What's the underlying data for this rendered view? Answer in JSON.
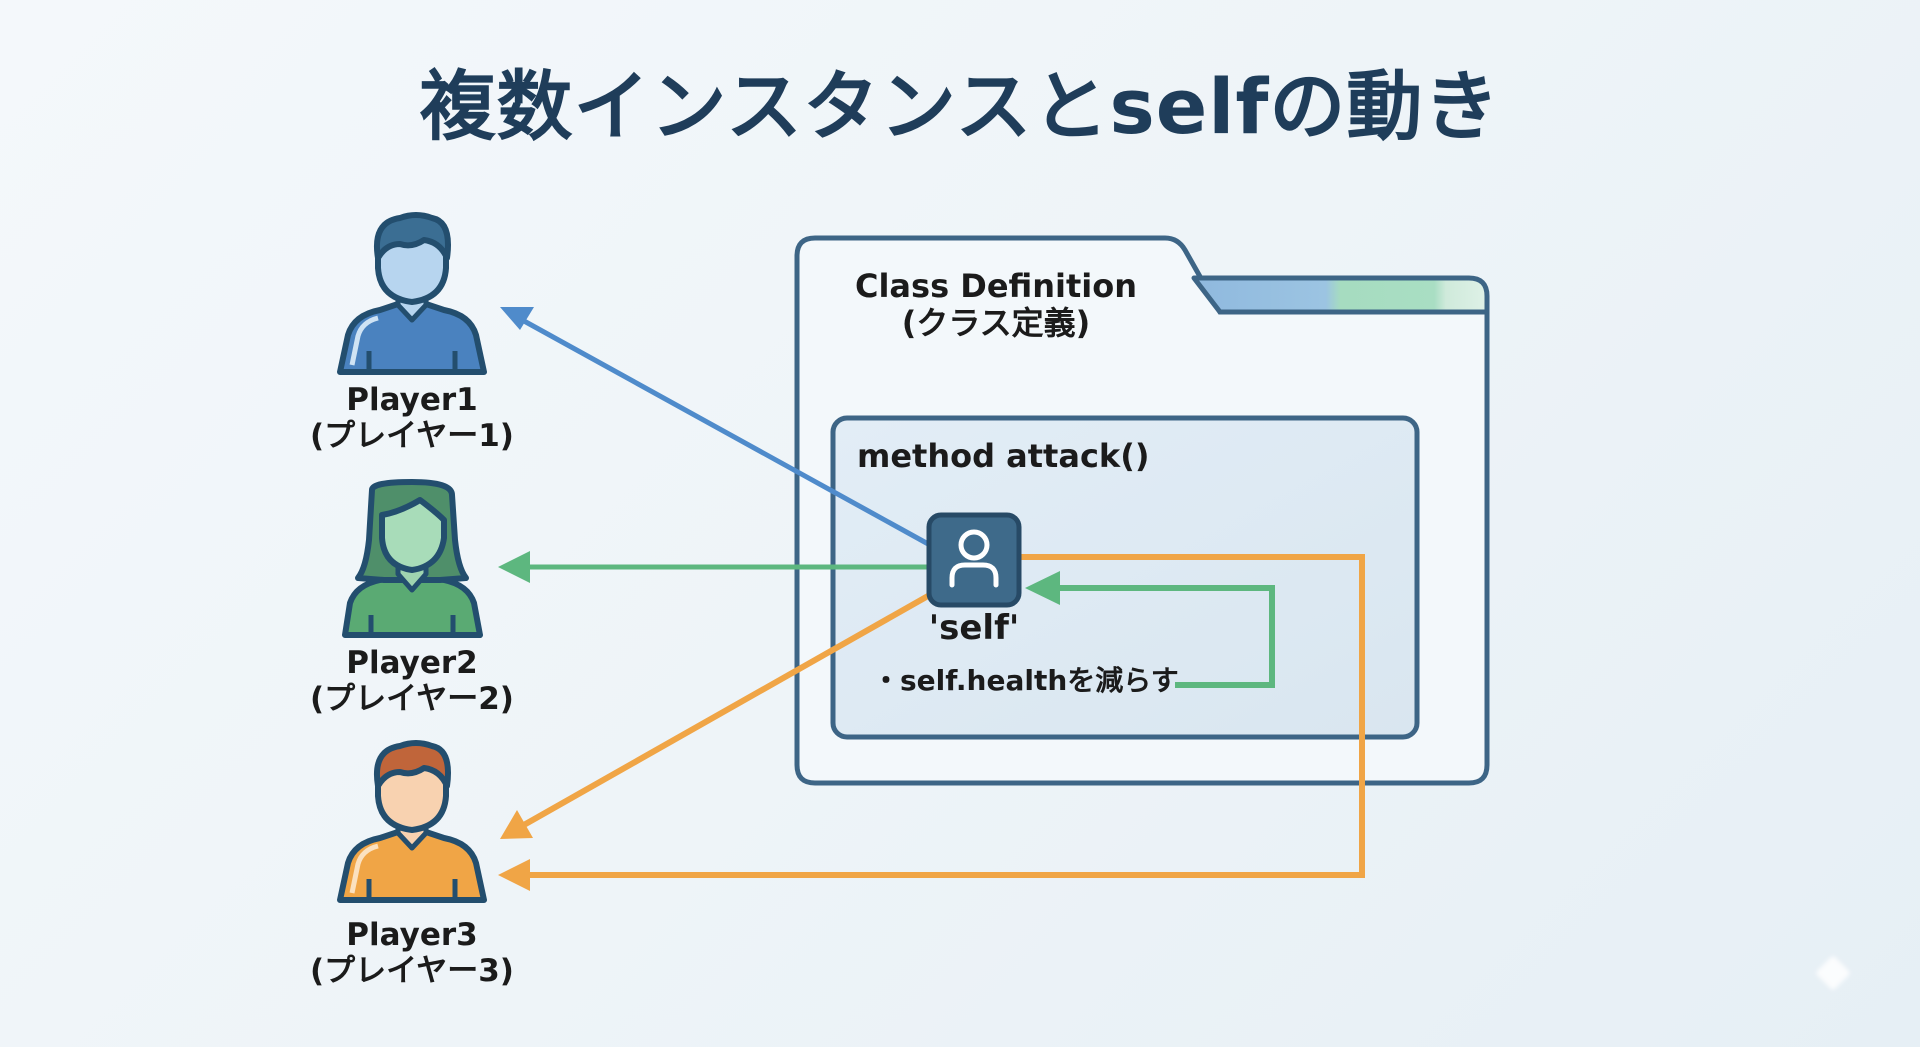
{
  "title": "複数インスタンスとselfの動き",
  "colors": {
    "navy": "#2e5878",
    "outline": "#3d6586",
    "blue": "#4f8bcb",
    "green": "#5db77f",
    "orange": "#f0a546",
    "self_box": "#3e6a8a",
    "text": "#1b1b1b",
    "title": "#1f3d5a"
  },
  "players": [
    {
      "name": "Player1",
      "subtitle": "(プレイヤー1)",
      "icon": "male-user-icon",
      "color": "blue"
    },
    {
      "name": "Player2",
      "subtitle": "(プレイヤー2)",
      "icon": "female-user-icon",
      "color": "green"
    },
    {
      "name": "Player3",
      "subtitle": "(プレイヤー3)",
      "icon": "male-user-icon",
      "color": "orange"
    }
  ],
  "class_box": {
    "title": "Class Definition",
    "subtitle": "(クラス定義)",
    "icon": "folder-icon"
  },
  "method_box": {
    "title": "method attack()",
    "self_label": "'self'",
    "self_icon": "user-icon",
    "bullet": "・self.healthを減らす"
  },
  "arrows": [
    {
      "from": "self",
      "to": "Player1",
      "color": "blue"
    },
    {
      "from": "self",
      "to": "Player2",
      "color": "green"
    },
    {
      "from": "self",
      "to": "Player3",
      "color": "orange"
    },
    {
      "from": "self",
      "to": "Player3",
      "color": "orange",
      "route": "around class box"
    },
    {
      "from": "self.healthを減らす",
      "to": "self",
      "color": "green",
      "route": "loop"
    }
  ]
}
